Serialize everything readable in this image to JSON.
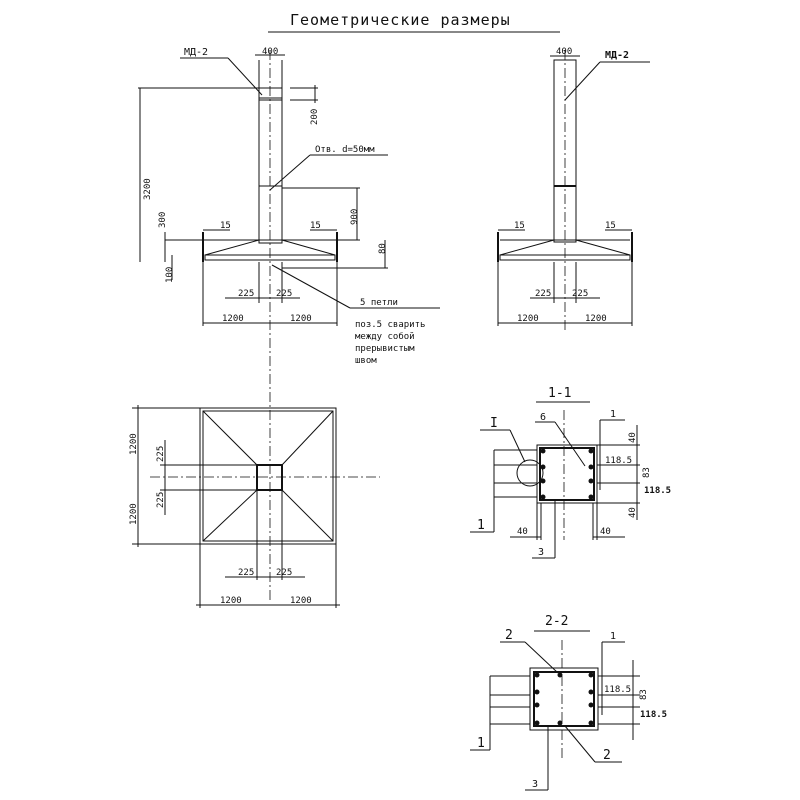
{
  "title": "Геометрические размеры",
  "front_view": {
    "mark": "МД-2",
    "dim_width_top": "400",
    "dim_200": "200",
    "hole_note": "Отв. d=50мм",
    "dim_3200": "3200",
    "dim_900": "900",
    "dim_300": "300",
    "dim_15_left": "15",
    "dim_15_right": "15",
    "dim_80": "80",
    "dim_100": "100",
    "dim_225_left": "225",
    "dim_225_right": "225",
    "dim_1200_left": "1200",
    "dim_1200_right": "1200",
    "loop_note": "5   петли",
    "weld_note_1": "поз.5 сварить",
    "weld_note_2": "между собой",
    "weld_note_3": "прерывистым",
    "weld_note_4": "швом"
  },
  "side_view": {
    "mark": "МД-2",
    "dim_width_top": "400",
    "dim_15_left": "15",
    "dim_15_right": "15",
    "dim_225_left": "225",
    "dim_225_right": "225",
    "dim_1200_left": "1200",
    "dim_1200_right": "1200"
  },
  "plan_view": {
    "dim_1200_top": "1200",
    "dim_1200_bottom": "1200",
    "dim_225_top": "225",
    "dim_225_bottom": "225",
    "dim_225_left": "225",
    "dim_225_right": "225",
    "dim_1200_left": "1200",
    "dim_1200_right": "1200"
  },
  "section_1_1": {
    "title": "1-1",
    "detail": "I",
    "pos_6": "6",
    "pos_1_top": "1",
    "pos_1_left": "1",
    "pos_3": "3",
    "dim_40_top": "40",
    "dim_118_5_a": "118.5",
    "dim_83": "83",
    "dim_118_5_b": "118.5",
    "dim_40_bottom": "40",
    "dim_40_left": "40",
    "dim_40_right": "40"
  },
  "section_2_2": {
    "title": "2-2",
    "pos_2_top": "2",
    "pos_1_top": "1",
    "pos_1_left": "1",
    "pos_2_bottom": "2",
    "pos_3": "3",
    "dim_118_5_a": "118.5",
    "dim_83": "83",
    "dim_118_5_b": "118.5"
  }
}
